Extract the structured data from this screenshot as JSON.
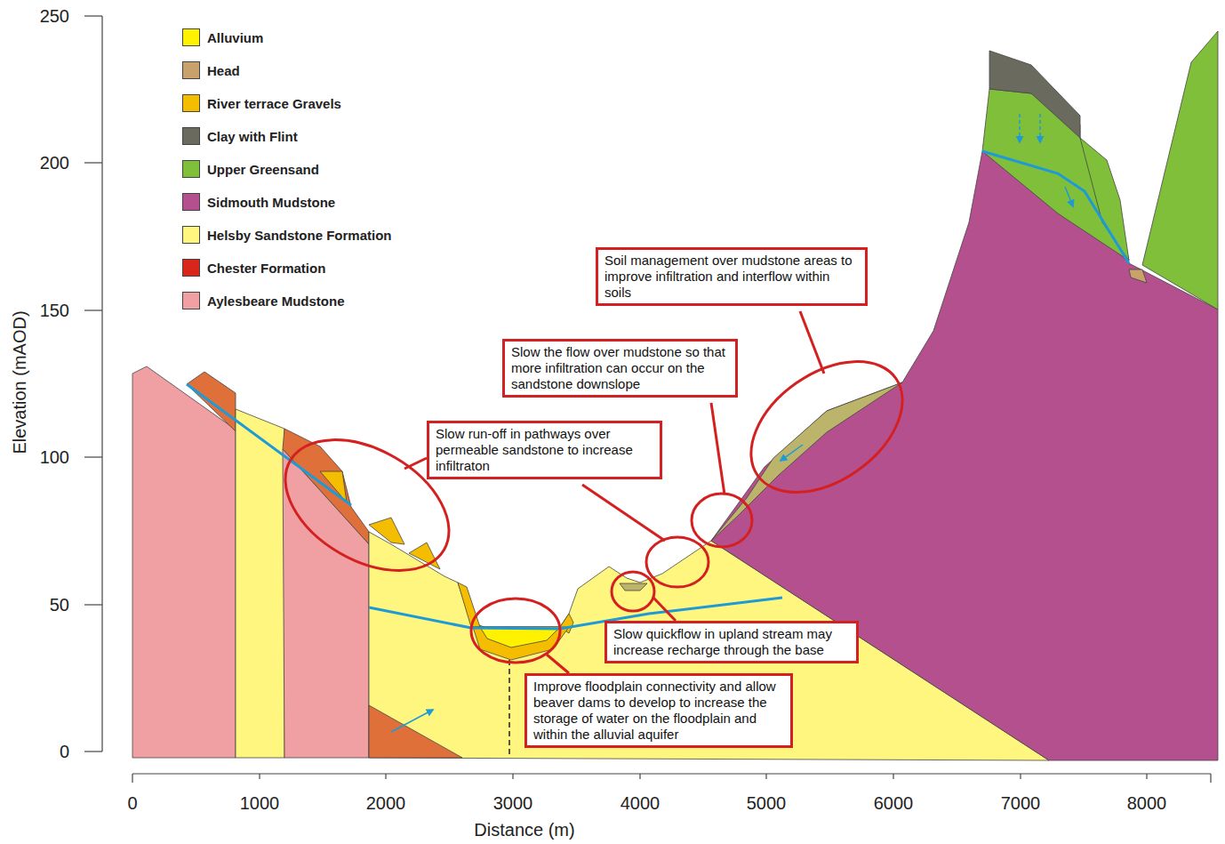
{
  "diagram": {
    "nodes": [
      {
        "text": [
          "Soil management over mudstone areas to improve infiltration and interflow within soils"
        ]
      },
      {
        "text": [
          "Slow the flow over mudstone so that more infiltration can occur on the sandstone downslope"
        ]
      },
      {
        "text": [
          "Slow run-off in pathways over permeable sandstone to increase infiltraton"
        ]
      },
      {
        "text": [
          "Slow quickflow in upland stream may increase recharge through the base"
        ]
      },
      {
        "text": [
          "Improve floodplain connectivity and allow beaver dams to develop to increase the storage of water on the floodplain and within the alluvial aquifer"
        ]
      }
    ],
    "labels": [
      "250",
      "200",
      "150",
      "100",
      "50",
      "0",
      "Elevation (mAOD)",
      "0",
      "1000",
      "2000",
      "3000",
      "4000",
      "5000",
      "6000",
      "7000",
      "8000",
      "Distance (m)"
    ],
    "legend": [
      {
        "text": "Alluvium",
        "color": "#fff200"
      },
      {
        "text": "Head",
        "color": "#c8a26a"
      },
      {
        "text": "River terrace Gravels",
        "color": "#f5bd00"
      },
      {
        "text": "Clay with Flint",
        "color": "#6b6a5e"
      },
      {
        "text": "Upper Greensand",
        "color": "#80bf3a"
      },
      {
        "text": "Sidmouth Mudstone",
        "color": "#b5508e"
      },
      {
        "text": "Helsby Sandstone  Formation",
        "color": "#fff67f"
      },
      {
        "text": "Chester Formation",
        "color": "#d9261c"
      },
      {
        "text": "Aylesbeare Mudstone",
        "color": "#f0a0a3"
      }
    ]
  }
}
